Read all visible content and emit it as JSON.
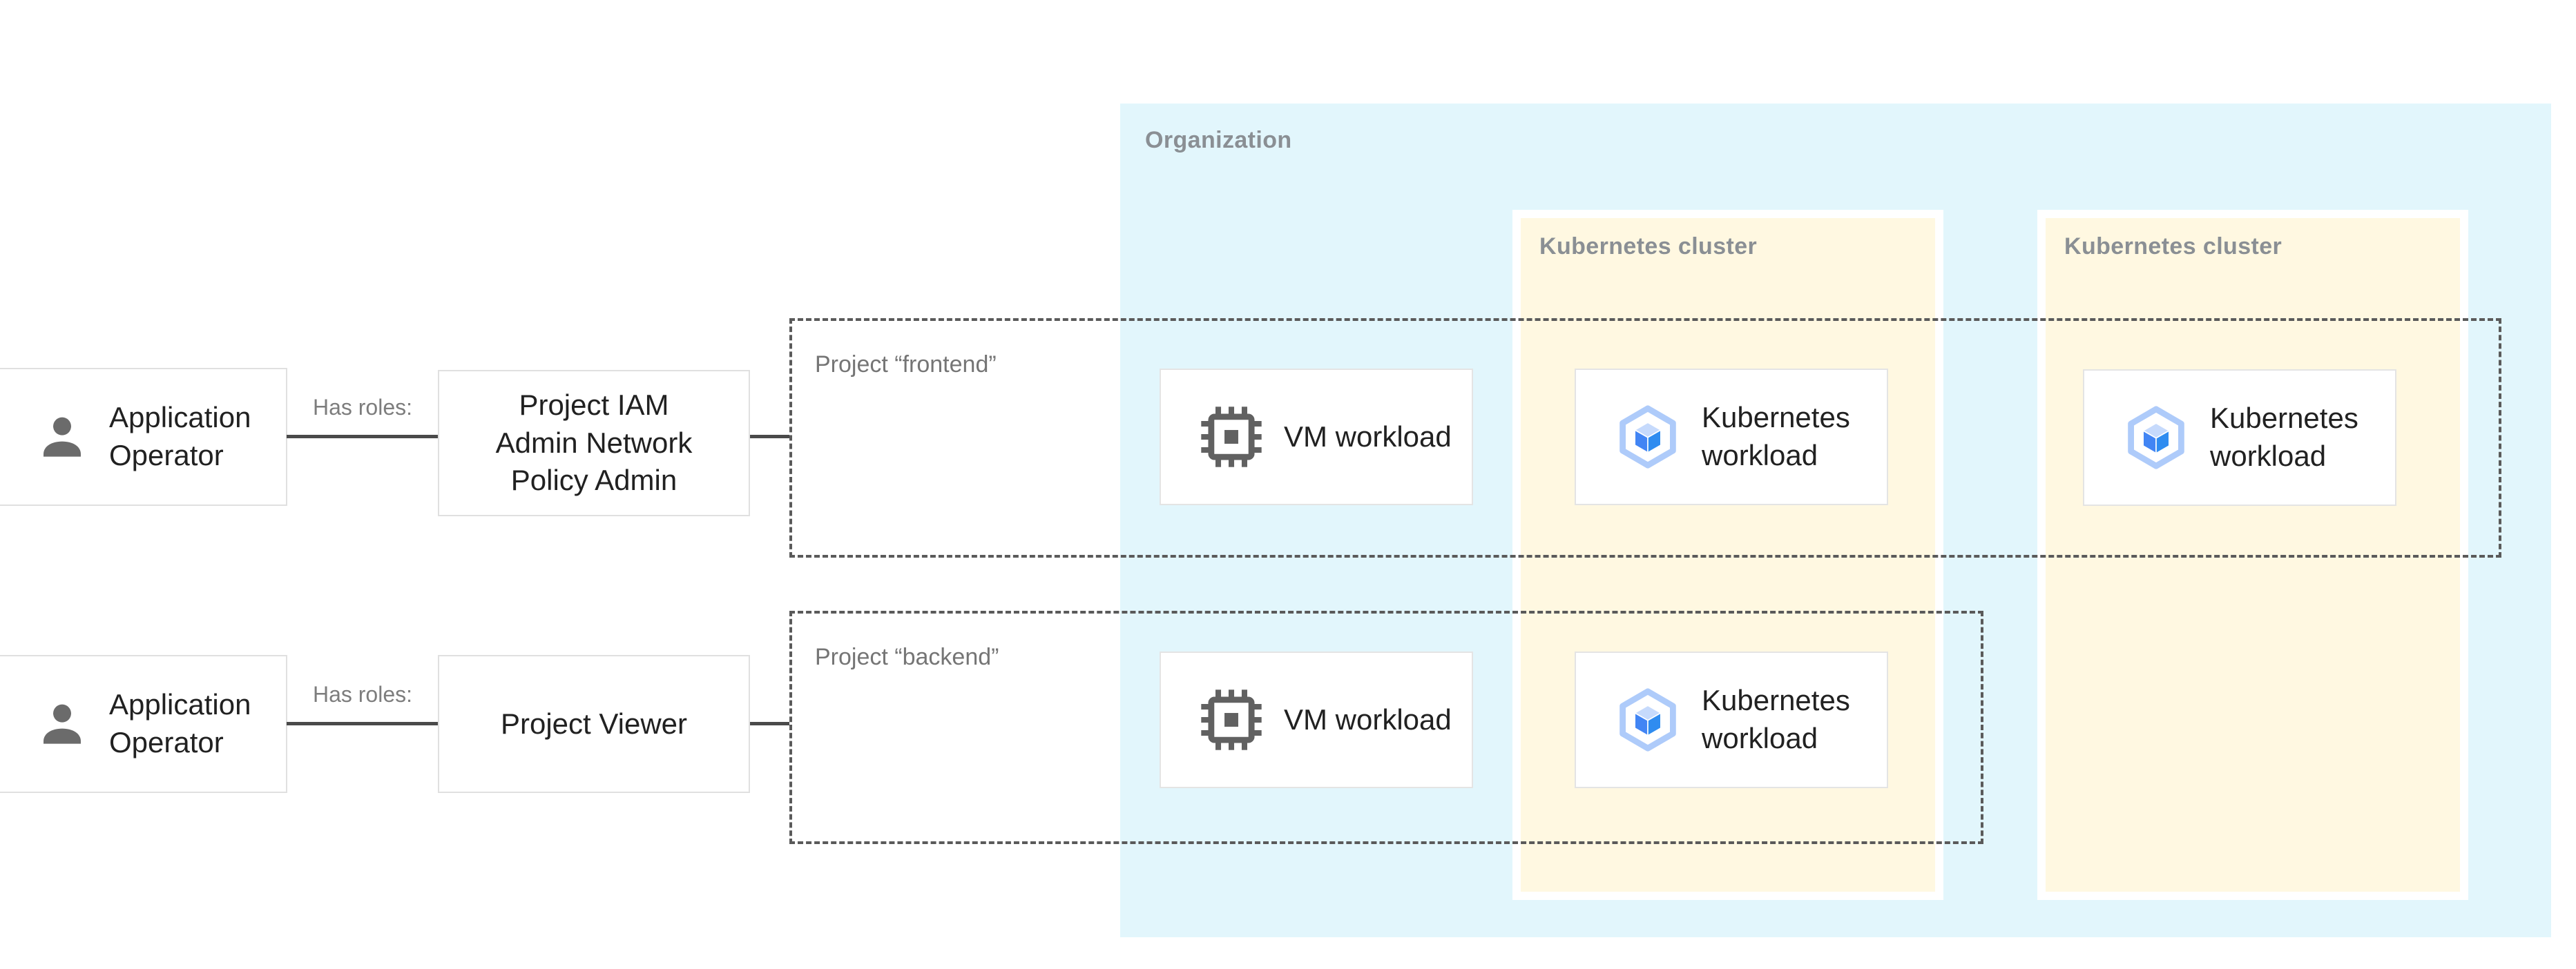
{
  "diagram": {
    "organization": {
      "label": "Organization"
    },
    "clusters": [
      {
        "label": "Kubernetes cluster"
      },
      {
        "label": "Kubernetes cluster"
      }
    ],
    "projects": [
      {
        "label": "Project “frontend”"
      },
      {
        "label": "Project “backend”"
      }
    ],
    "rows": [
      {
        "actor": "Application\nOperator",
        "relation": "Has roles:",
        "role": "Project IAM\nAdmin Network\nPolicy Admin",
        "workloads": [
          {
            "type": "vm",
            "label": "VM workload"
          },
          {
            "type": "k8s",
            "label": "Kubernetes\nworkload"
          },
          {
            "type": "k8s",
            "label": "Kubernetes\nworkload"
          }
        ]
      },
      {
        "actor": "Application\nOperator",
        "relation": "Has roles:",
        "role": "Project Viewer",
        "workloads": [
          {
            "type": "vm",
            "label": "VM workload"
          },
          {
            "type": "k8s",
            "label": "Kubernetes\nworkload"
          }
        ]
      }
    ],
    "icons": {
      "person": "person-icon",
      "vm": "chip-icon",
      "k8s": "gke-hexagon-icon"
    },
    "colors": {
      "organization_bg": "#e2f6fc",
      "cluster_bg": "#fff8e1",
      "container_label_gray": "#8a8f94",
      "project_label_gray": "#757575",
      "relation_gray": "#7d7d7d",
      "connector_gray": "#4a4a4a",
      "dashed_border_gray": "#5a5a5a",
      "card_border_gray": "#e0e0e0",
      "text_black": "#212121",
      "icon_gray": "#616161",
      "gke_hex_blue": "#aecbfa",
      "gke_face_blue": "#4285f4",
      "gke_face_light": "#c6dafc"
    }
  }
}
